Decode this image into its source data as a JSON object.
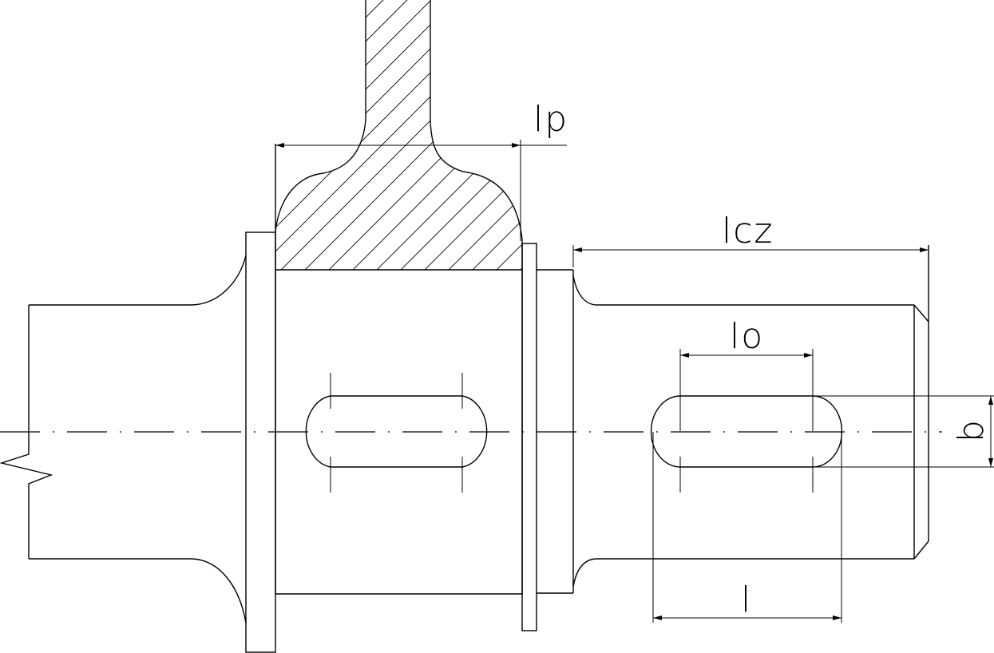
{
  "drawing": {
    "type": "mechanical-section-drawing",
    "subject": "shaft with gear hub and two keyways",
    "line_color": "#000000",
    "background": "#ffffff"
  },
  "dimensions": {
    "lp": {
      "label": "lp",
      "description": "hub/gear width"
    },
    "lcz": {
      "label": "lcz",
      "description": "shaft end length"
    },
    "lo": {
      "label": "lo",
      "description": "keyway working length"
    },
    "l": {
      "label": "l",
      "description": "keyway total length"
    },
    "b": {
      "label": "b",
      "description": "keyway width (rotated)"
    }
  }
}
